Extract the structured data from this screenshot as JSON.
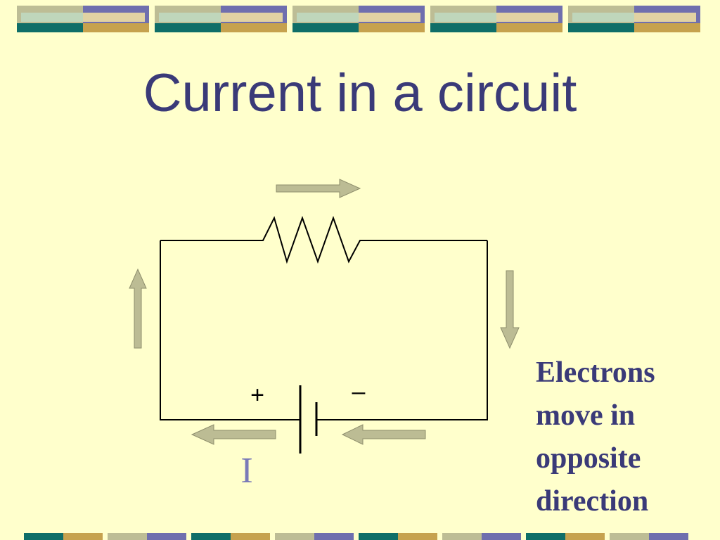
{
  "slide": {
    "title": "Current in a circuit",
    "current_label": "I",
    "battery": {
      "positive_symbol": "+",
      "negative_symbol": "–"
    },
    "note_lines": [
      "Electrons",
      "move in",
      "opposite",
      "direction"
    ]
  },
  "colors": {
    "background": "#FFFFCC",
    "title": "#3A3A78",
    "arrow_fill": "#BCBC94",
    "arrow_stroke": "#8E8E6C",
    "wire": "#000000",
    "current_label": "#7A7AB8",
    "band_teal": "#0F6E68",
    "band_gold": "#C6A24E",
    "band_purple": "#6F6FAE",
    "band_sage": "#BDBD95"
  }
}
